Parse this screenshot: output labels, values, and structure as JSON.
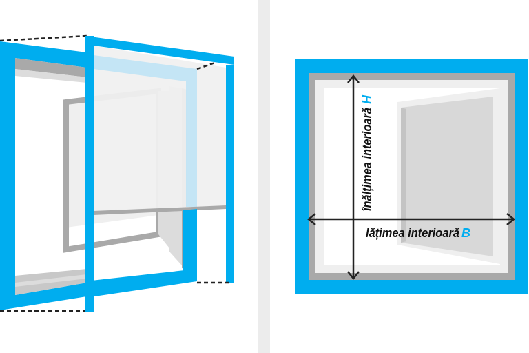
{
  "colors": {
    "accent_blue": "#00adef",
    "frame_gray": "#a9a9a9",
    "light_gray": "#dcdcdc",
    "pane_gray": "#efefef",
    "divider": "#ececec",
    "line": "#222222"
  },
  "left_panel": {
    "description": "Exploded perspective view of window with insect screen frame"
  },
  "right_panel": {
    "height_label": "înălțimea interioară",
    "height_letter": "H",
    "width_label": "lățimea interioară",
    "width_letter": "B"
  }
}
